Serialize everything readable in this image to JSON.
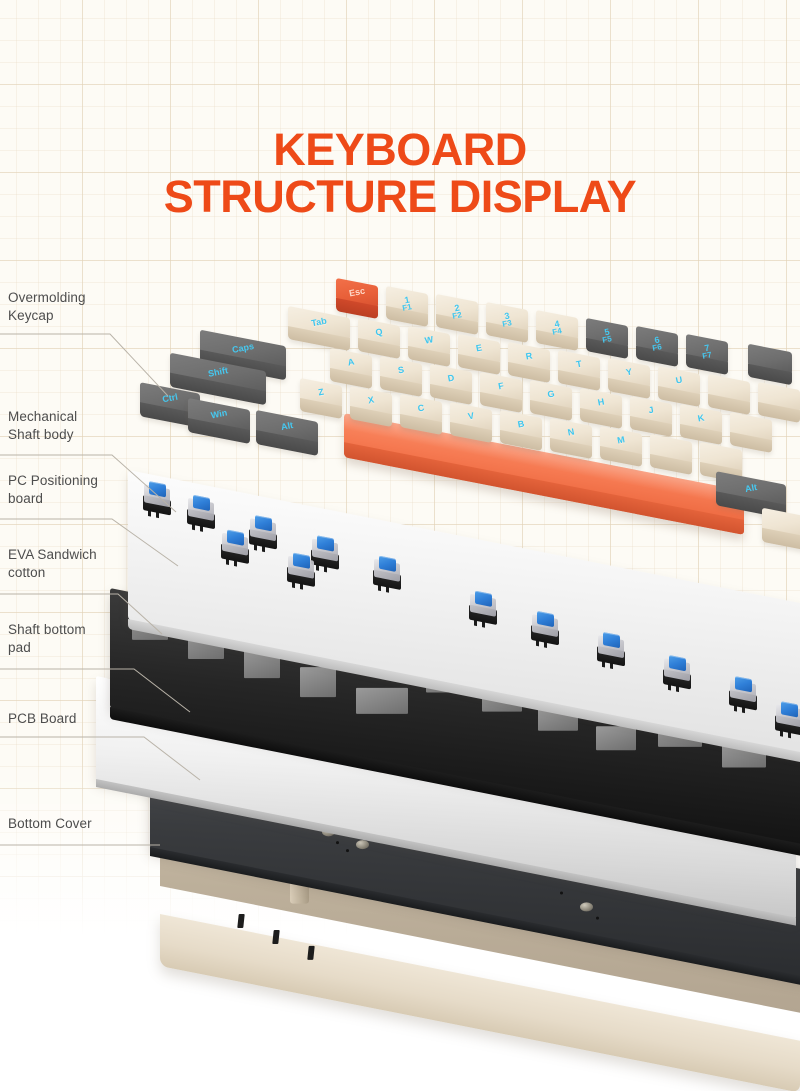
{
  "title": {
    "line1": "KEYBOARD",
    "line2": "STRUCTURE DISPLAY",
    "color": "#ee4a18"
  },
  "background": {
    "paper_color": "#fdfbf5",
    "grid_line_color": "#e2d2b7",
    "page_color": "#ffffff"
  },
  "callouts": [
    {
      "id": "overmolding-keycap",
      "line1": "Overmolding",
      "line2": "Keycap"
    },
    {
      "id": "mechanical-shaft-body",
      "line1": "Mechanical",
      "line2": "Shaft body"
    },
    {
      "id": "pc-positioning-board",
      "line1": "PC Positioning",
      "line2": "board"
    },
    {
      "id": "eva-sandwich-cotton",
      "line1": "EVA Sandwich",
      "line2": "cotton"
    },
    {
      "id": "shaft-bottom-pad",
      "line1": "Shaft bottom",
      "line2": "pad"
    },
    {
      "id": "pcb-board",
      "line1": "PCB Board",
      "line2": ""
    },
    {
      "id": "bottom-cover",
      "line1": "Bottom Cover",
      "line2": ""
    }
  ],
  "keyboard": {
    "legend_color": "#3ec6ef",
    "keycap_colors": {
      "cream": "#efe5d3",
      "grey": "#6e6e6e",
      "orange": "#e85f38"
    },
    "spacebar_color": "#f67a52",
    "switch_stem_color": "#2f7fd8",
    "modifier_keys": [
      "Esc",
      "Tab",
      "Caps",
      "Shift",
      "Ctrl",
      "Win",
      "Alt"
    ],
    "keys": [
      {
        "label": "Esc",
        "sub": "",
        "color": "orange"
      },
      {
        "label": "Tab",
        "sub": "",
        "color": "cream"
      },
      {
        "label": "Caps",
        "sub": "",
        "color": "grey"
      },
      {
        "label": "Shift",
        "sub": "",
        "color": "grey"
      },
      {
        "label": "Ctrl",
        "sub": "",
        "color": "grey"
      },
      {
        "label": "Win",
        "sub": "",
        "color": "grey"
      },
      {
        "label": "Alt",
        "sub": "",
        "color": "grey"
      },
      {
        "label": "1",
        "sub": "F1",
        "color": "cream"
      },
      {
        "label": "2",
        "sub": "F2",
        "color": "cream"
      },
      {
        "label": "3",
        "sub": "F3",
        "color": "cream"
      },
      {
        "label": "4",
        "sub": "F4",
        "color": "cream"
      },
      {
        "label": "5",
        "sub": "F5",
        "color": "grey"
      },
      {
        "label": "6",
        "sub": "F6",
        "color": "grey"
      },
      {
        "label": "7",
        "sub": "F7",
        "color": "grey"
      },
      {
        "label": "Q",
        "sub": "",
        "color": "cream"
      },
      {
        "label": "W",
        "sub": "",
        "color": "cream"
      },
      {
        "label": "E",
        "sub": "",
        "color": "cream"
      },
      {
        "label": "R",
        "sub": "",
        "color": "cream"
      },
      {
        "label": "T",
        "sub": "",
        "color": "cream"
      },
      {
        "label": "Y",
        "sub": "",
        "color": "cream"
      },
      {
        "label": "U",
        "sub": "",
        "color": "cream"
      },
      {
        "label": "A",
        "sub": "",
        "color": "cream"
      },
      {
        "label": "S",
        "sub": "",
        "color": "cream"
      },
      {
        "label": "D",
        "sub": "",
        "color": "cream"
      },
      {
        "label": "F",
        "sub": "",
        "color": "cream"
      },
      {
        "label": "G",
        "sub": "",
        "color": "cream"
      },
      {
        "label": "H",
        "sub": "",
        "color": "cream"
      },
      {
        "label": "J",
        "sub": "",
        "color": "cream"
      },
      {
        "label": "K",
        "sub": "",
        "color": "cream"
      },
      {
        "label": "Z",
        "sub": "",
        "color": "cream"
      },
      {
        "label": "X",
        "sub": "",
        "color": "cream"
      },
      {
        "label": "C",
        "sub": "",
        "color": "cream"
      },
      {
        "label": "V",
        "sub": "",
        "color": "cream"
      },
      {
        "label": "B",
        "sub": "",
        "color": "cream"
      },
      {
        "label": "N",
        "sub": "",
        "color": "cream"
      },
      {
        "label": "M",
        "sub": "",
        "color": "cream"
      }
    ]
  },
  "layers": {
    "plate_label": "PC Positioning board",
    "foam_label": "EVA Sandwich cotton",
    "pad_label": "Shaft bottom pad",
    "pcb_label": "PCB Board",
    "cover_label": "Bottom Cover"
  }
}
